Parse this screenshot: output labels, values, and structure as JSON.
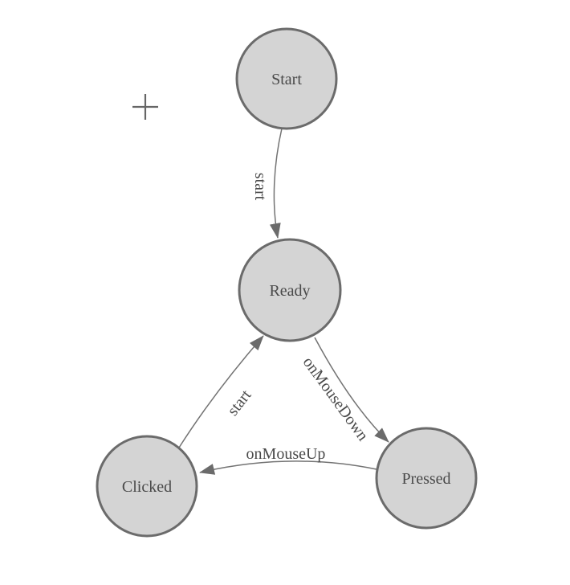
{
  "colors": {
    "node_fill": "#d4d4d4",
    "node_stroke": "#6b6b6b",
    "edge_stroke": "#737373",
    "arrow_fill": "#6b6b6b",
    "label_text": "#4a4a4a",
    "origin_marker": "#666666",
    "canvas_bg": "#ffffff"
  },
  "diagram": {
    "type": "state-machine",
    "nodes": [
      {
        "id": "start",
        "label": "Start"
      },
      {
        "id": "ready",
        "label": "Ready"
      },
      {
        "id": "clicked",
        "label": "Clicked"
      },
      {
        "id": "pressed",
        "label": "Pressed"
      }
    ],
    "edges": [
      {
        "id": "start-to-ready",
        "from": "Start",
        "to": "Ready",
        "label": "start"
      },
      {
        "id": "clicked-to-ready",
        "from": "Clicked",
        "to": "Ready",
        "label": "start"
      },
      {
        "id": "ready-to-pressed",
        "from": "Ready",
        "to": "Pressed",
        "label": "onMouseDown"
      },
      {
        "id": "pressed-to-clicked",
        "from": "Pressed",
        "to": "Clicked",
        "label": "onMouseUp"
      }
    ]
  }
}
